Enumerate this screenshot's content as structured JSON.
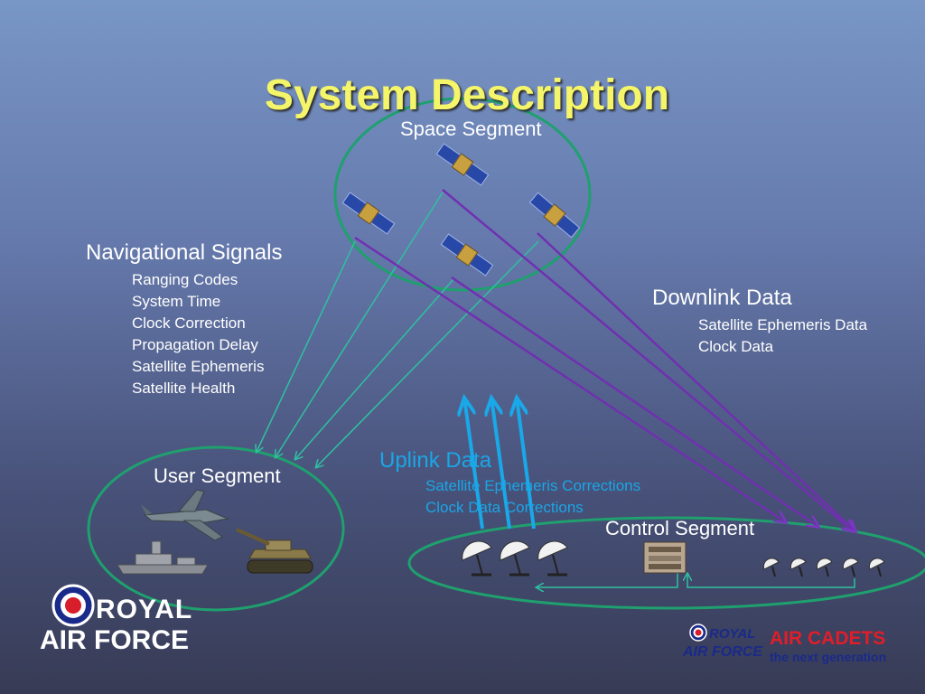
{
  "title": "System Description",
  "segments": {
    "space": "Space Segment",
    "user": "User Segment",
    "control": "Control Segment"
  },
  "nav_signals": {
    "heading": "Navigational Signals",
    "items": [
      "Ranging Codes",
      "System Time",
      "Clock Correction",
      "Propagation Delay",
      "Satellite Ephemeris",
      "Satellite Health"
    ]
  },
  "downlink": {
    "heading": "Downlink Data",
    "items": [
      "Satellite Ephemeris Data",
      "Clock Data"
    ]
  },
  "uplink": {
    "heading": "Uplink Data",
    "items": [
      "Satellite Ephemeris Corrections",
      "Clock Data Corrections"
    ]
  },
  "logos": {
    "raf_line1": "ROYAL",
    "raf_line2": "AIR FORCE",
    "cadets_raf_line1": "ROYAL",
    "cadets_raf_line2": "AIR FORCE",
    "cadets_line1": "AIR CADETS",
    "cadets_line2": "the next generation"
  },
  "colors": {
    "title": "#f5f56a",
    "ellipse": "#1fa06e",
    "nav_arrows": "#2fc0a0",
    "downlink_arrows": "#7030b0",
    "uplink_arrows": "#19a8e8",
    "uplink_text": "#1aa6e6",
    "cadets_red": "#e01e2a",
    "raf_blue": "#1a2a8a"
  }
}
